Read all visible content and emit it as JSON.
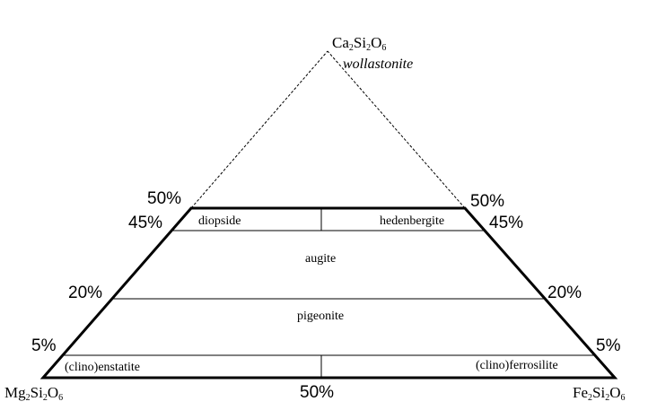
{
  "diagram": {
    "apex": {
      "formula_parts": [
        "Ca",
        "2",
        "Si",
        "2",
        "O",
        "6"
      ],
      "name": "wollastonite"
    },
    "left_corner": {
      "formula_parts": [
        "Mg",
        "2",
        "Si",
        "2",
        "O",
        "6"
      ]
    },
    "right_corner": {
      "formula_parts": [
        "Fe",
        "2",
        "Si",
        "2",
        "O",
        "6"
      ]
    },
    "percent_labels": {
      "p50": "50%",
      "p45": "45%",
      "p20": "20%",
      "p5": "5%",
      "base_mid": "50%"
    },
    "fields": {
      "diopside": "diopside",
      "hedenbergite": "hedenbergite",
      "augite": "augite",
      "pigeonite": "pigeonite",
      "clinoenstatite": "(clino)enstatite",
      "clinoferrosilite": "(clino)ferrosilite"
    }
  }
}
